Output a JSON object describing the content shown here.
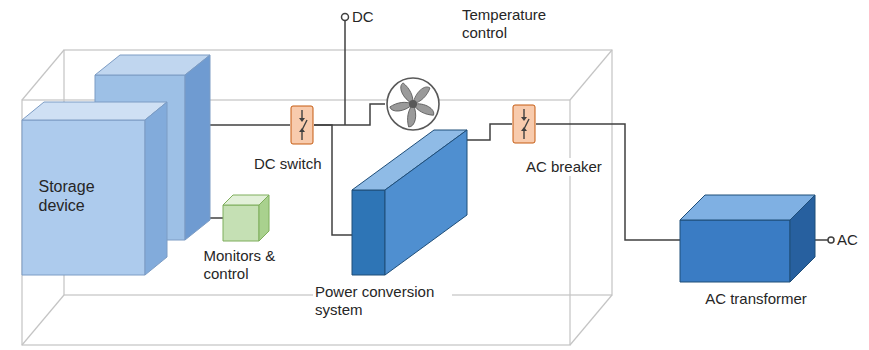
{
  "diagram": {
    "nodes": [
      {
        "text": [
          "Storage device"
        ]
      },
      {
        "text": [
          "Monitors & control"
        ]
      },
      {
        "text": [
          "DC switch"
        ]
      },
      {
        "text": [
          "Temperature control"
        ]
      },
      {
        "text": [
          "Power conversion system"
        ]
      },
      {
        "text": [
          "AC breaker"
        ]
      },
      {
        "text": [
          "AC transformer"
        ]
      }
    ],
    "edges": [
      {
        "from": 0,
        "to": 2,
        "arrow": "none"
      },
      {
        "from": 0,
        "to": 1,
        "arrow": "none"
      },
      {
        "from": 2,
        "to": 4,
        "arrow": "none"
      },
      {
        "from": 2,
        "to": 3,
        "arrow": "none"
      },
      {
        "from": 4,
        "to": 5,
        "arrow": "none"
      },
      {
        "from": 5,
        "to": 6,
        "arrow": "none"
      }
    ],
    "labels": [
      "DC",
      "AC"
    ]
  }
}
